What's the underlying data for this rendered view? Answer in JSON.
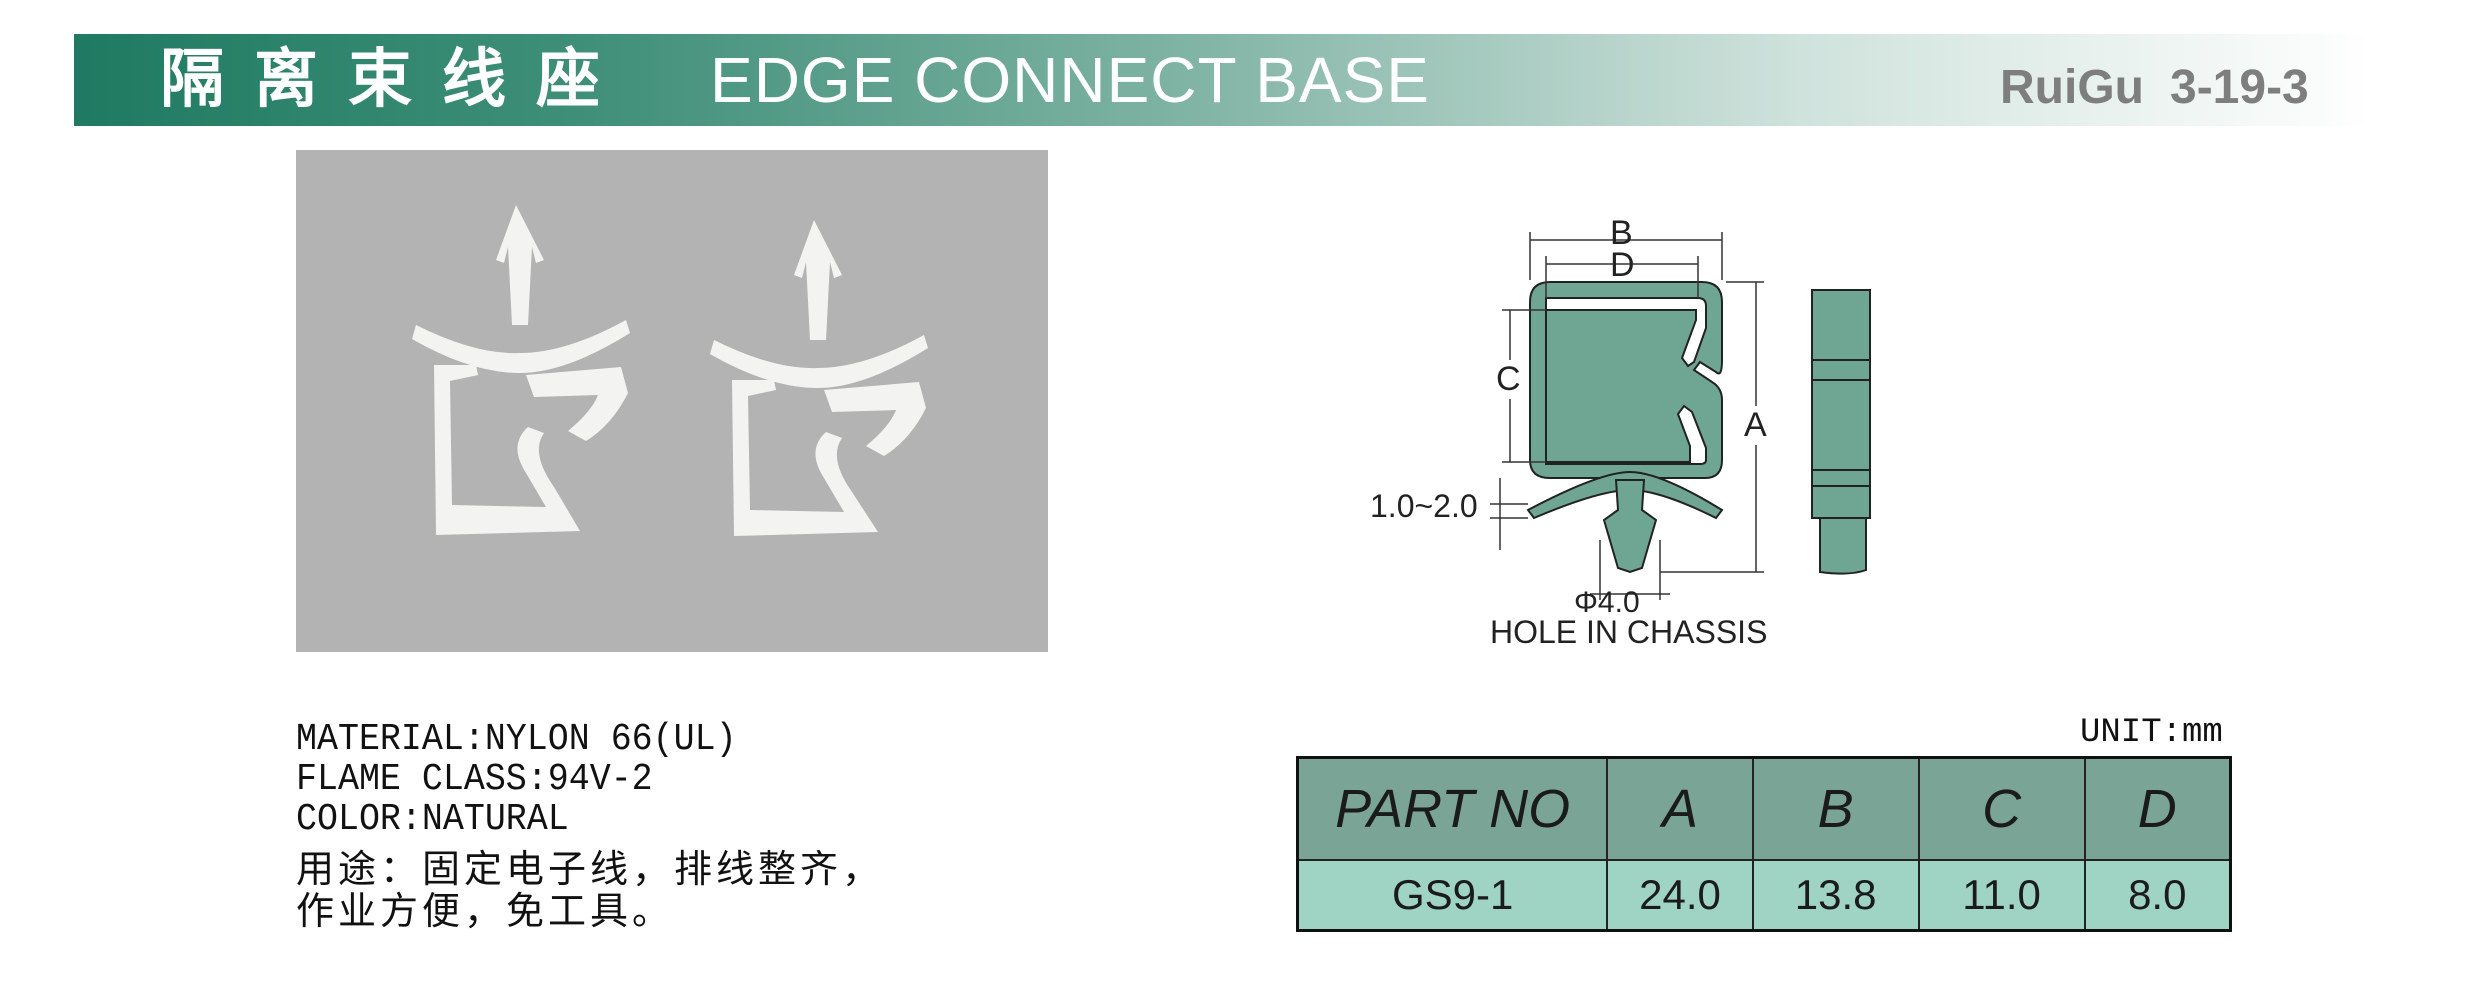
{
  "header": {
    "title_cn": "隔离束线座",
    "title_en": "EDGE CONNECT BASE",
    "brand": "RuiGu",
    "page": "3-19-3"
  },
  "drawing": {
    "labels": {
      "a": "A",
      "b": "B",
      "c": "C",
      "d": "D",
      "thickness": "1.0~2.0",
      "hole": "Φ4.0",
      "hole_caption": "HOLE IN CHASSIS"
    },
    "color": "#6fa593"
  },
  "specs": {
    "material": "MATERIAL:NYLON 66(UL)",
    "flame": "FLAME CLASS:94V-2",
    "color": "COLOR:NATURAL",
    "desc_line1": "用途：固定电子线，排线整齐，",
    "desc_line2": "作业方便，免工具。"
  },
  "table": {
    "unit": "UNIT:mm",
    "headers": [
      "PART NO",
      "A",
      "B",
      "C",
      "D"
    ],
    "rows": [
      [
        "GS9-1",
        "24.0",
        "13.8",
        "11.0",
        "8.0"
      ]
    ]
  },
  "colors": {
    "header_green": "#1f7a61",
    "table_header": "#7aa596",
    "table_row": "#9fd3c4"
  }
}
